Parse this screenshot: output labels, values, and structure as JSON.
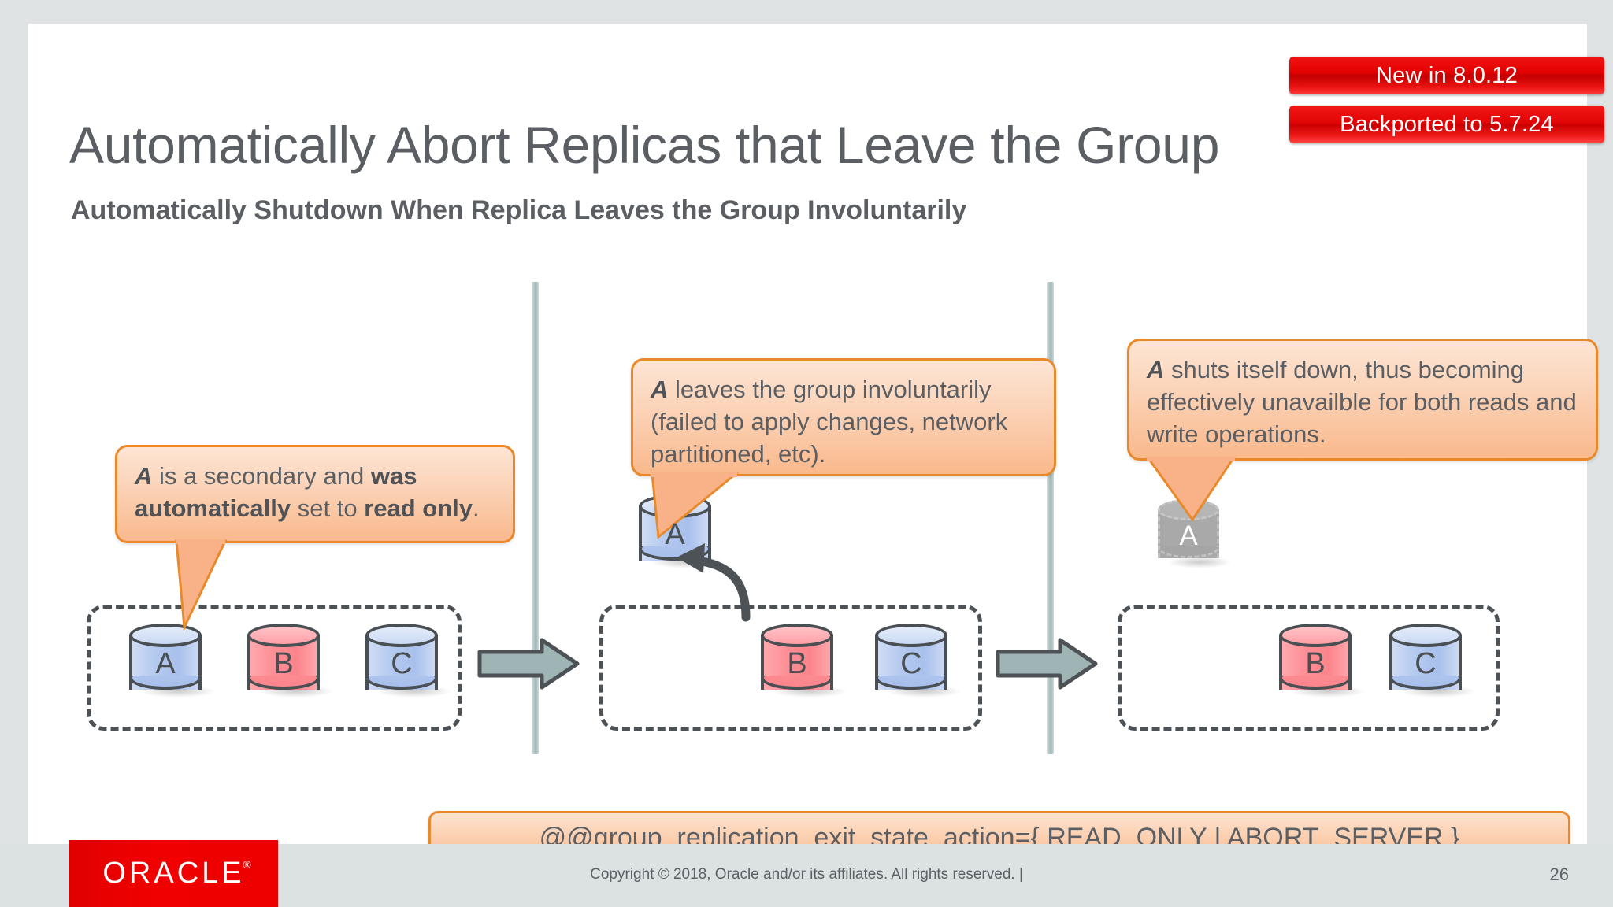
{
  "badges": {
    "new": "New in 8.0.12",
    "backported": "Backported to 5.7.24"
  },
  "title": "Automatically Abort Replicas that Leave the Group",
  "subtitle": "Automatically Shutdown When Replica Leaves the Group Involuntarily",
  "callouts": {
    "one": {
      "lead": "A",
      "rest_1": " is a secondary and ",
      "bold_1": "was automatically",
      "rest_2": " set to ",
      "bold_2": "read only",
      "rest_3": "."
    },
    "two": {
      "lead": "A",
      "rest": " leaves the group involuntarily (failed to apply changes, network partitioned, etc)."
    },
    "three": {
      "lead": "A",
      "rest": " shuts itself down, thus becoming effectively unavailble for both reads and write operations."
    }
  },
  "groups": [
    {
      "name": "group-1",
      "nodes": [
        {
          "label": "A",
          "color": "blue"
        },
        {
          "label": "B",
          "color": "pink"
        },
        {
          "label": "C",
          "color": "blue"
        }
      ]
    },
    {
      "name": "group-2",
      "nodes": [
        {
          "label": "B",
          "color": "pink"
        },
        {
          "label": "C",
          "color": "blue"
        }
      ]
    },
    {
      "name": "group-3",
      "nodes": [
        {
          "label": "B",
          "color": "pink"
        },
        {
          "label": "C",
          "color": "blue"
        }
      ]
    }
  ],
  "detached_nodes": {
    "middle": {
      "label": "A",
      "color": "blue"
    },
    "right": {
      "label": "A",
      "color": "gray"
    }
  },
  "code": "@@group_replication_exit_state_action={ READ_ONLY | ABORT_SERVER }",
  "footer": {
    "logo": "ORACLE",
    "logo_mark": "®",
    "copyright": "Copyright © 2018, Oracle and/or its affiliates. All rights reserved.  |",
    "page": "26"
  },
  "colors": {
    "badge_red": "#e40000",
    "callout_border": "#e8892b",
    "callout_fill": "#fbd2b6",
    "node_blue": "#b4c9ef",
    "node_pink": "#fd8e95",
    "node_gray": "#a9a9a9",
    "outline": "#4a4f54",
    "arrow_fill": "#9fb4b4",
    "divider": "#aabebe",
    "text_gray": "#5b5f63",
    "footer_bg": "#dce1e1"
  }
}
